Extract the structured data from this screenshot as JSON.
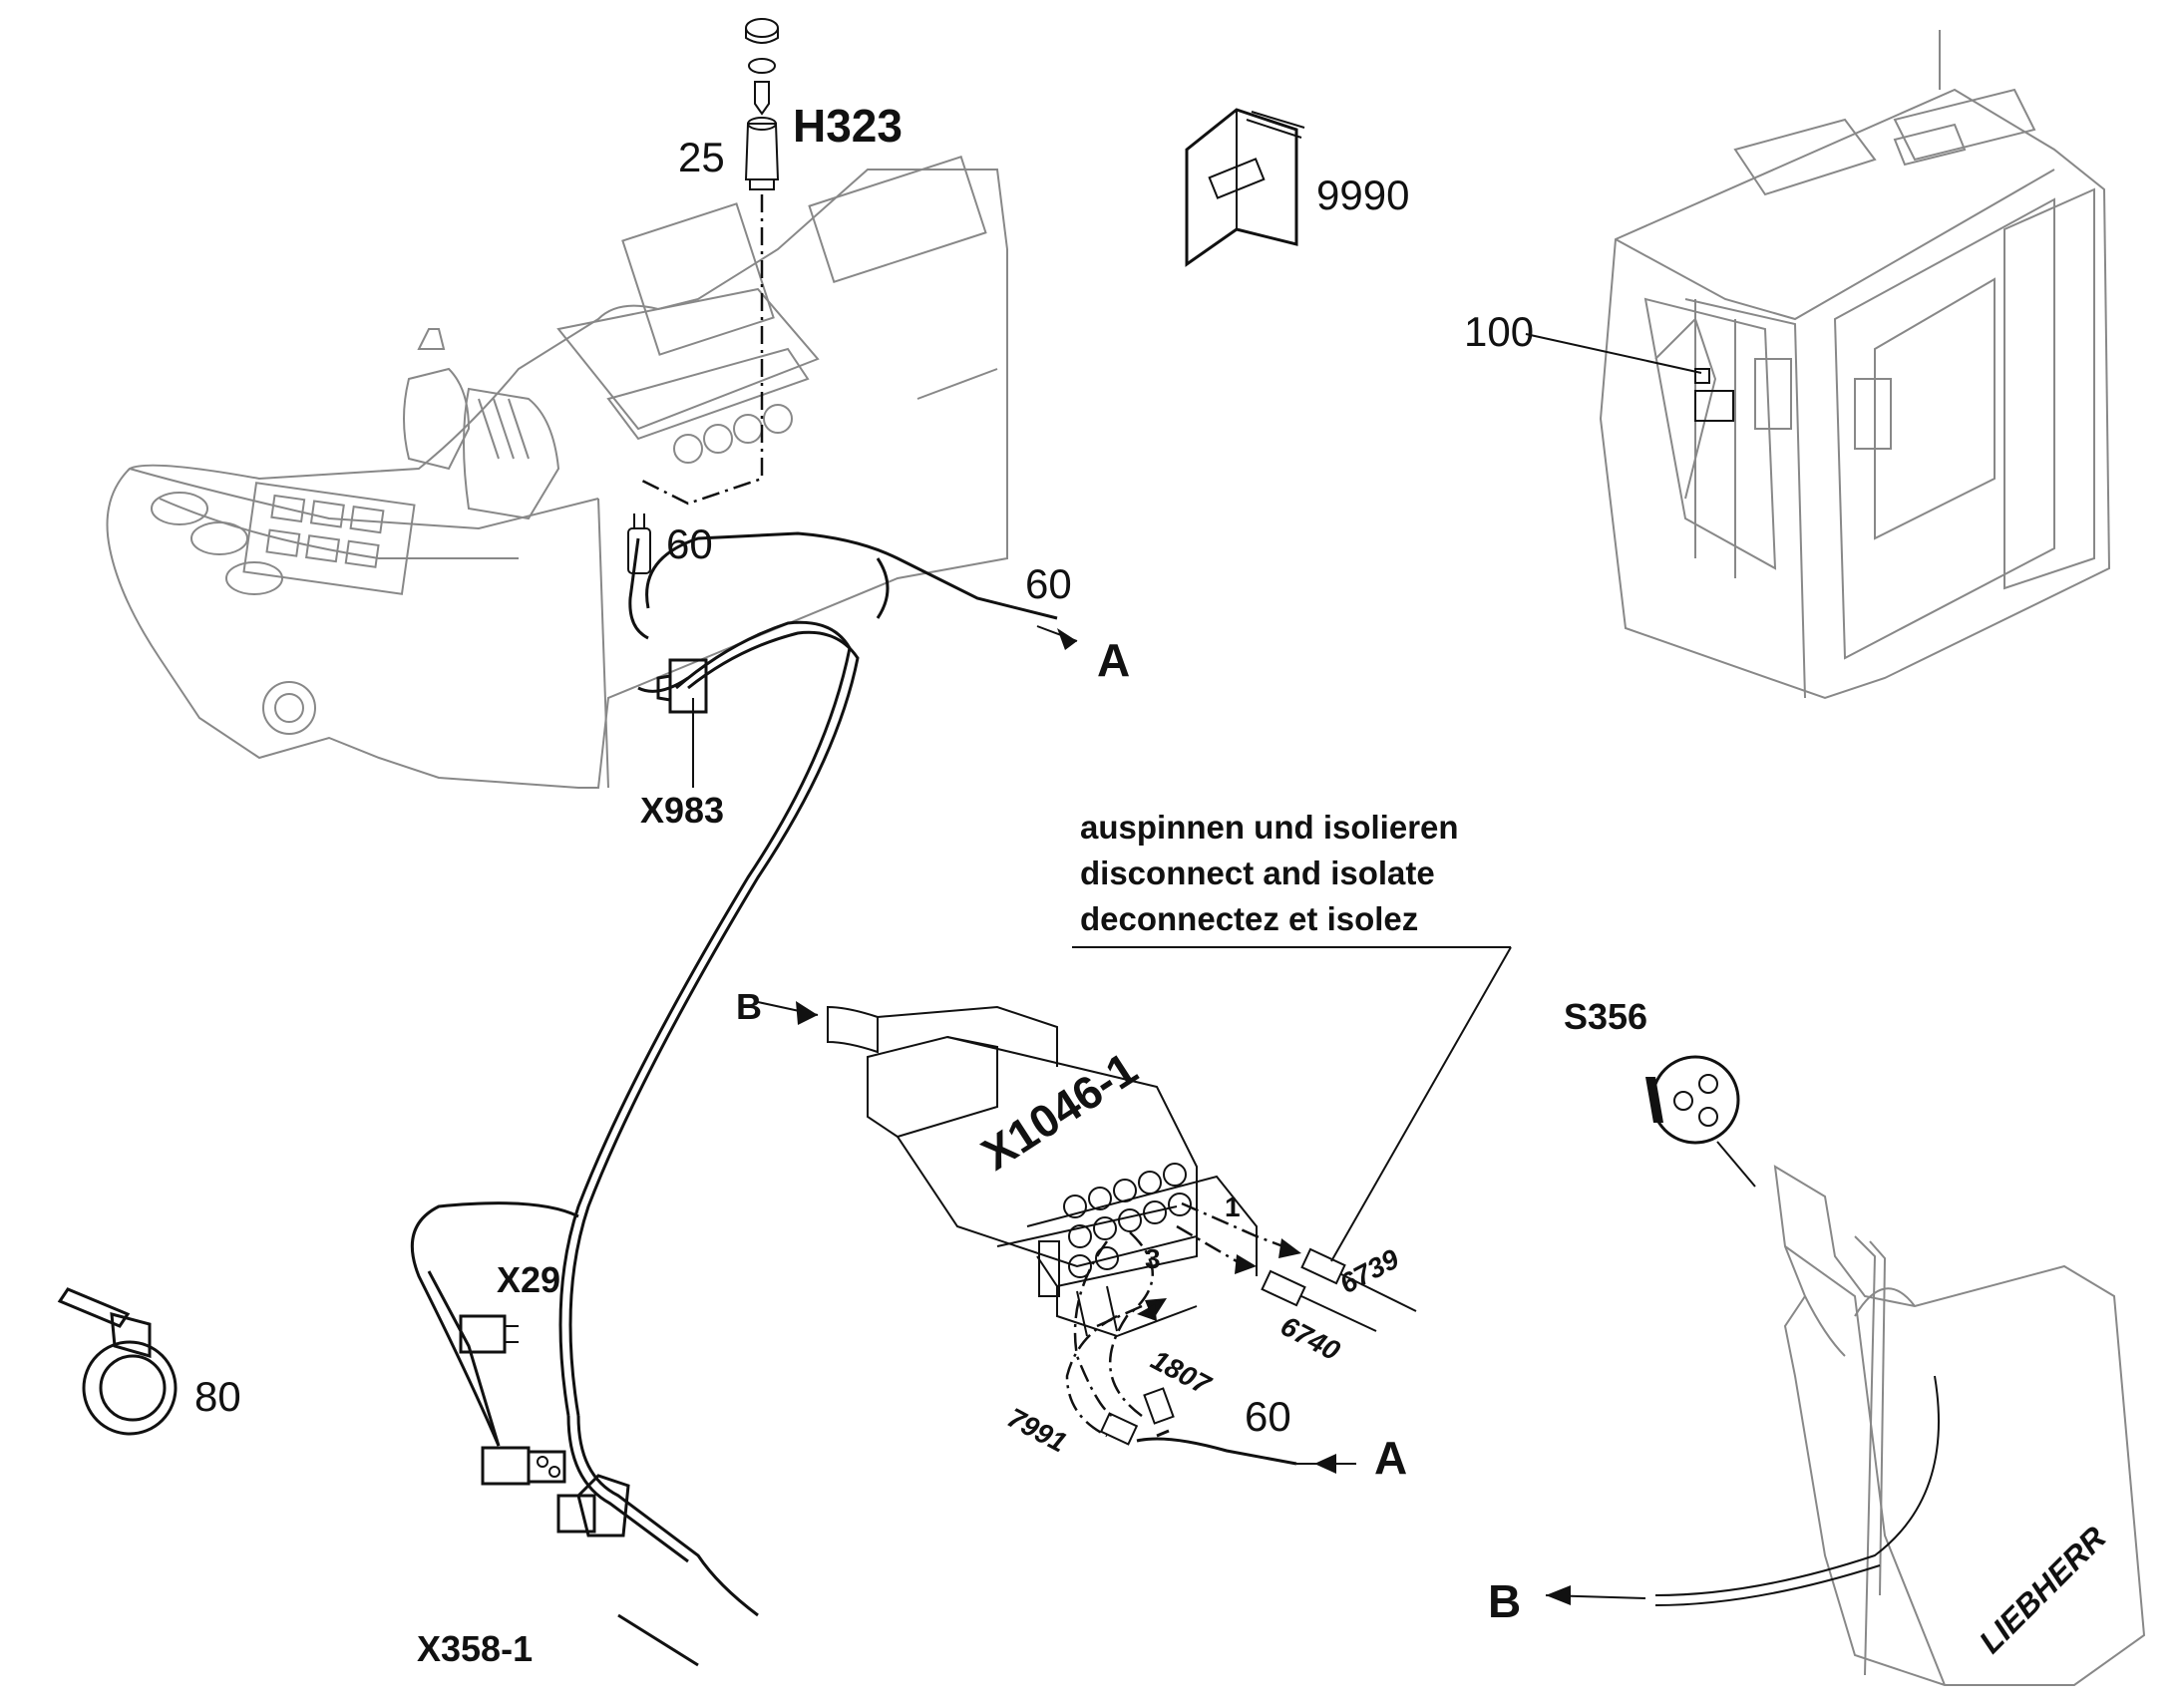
{
  "labels": {
    "h323": "H323",
    "pos25": "25",
    "pos60_top": "60",
    "pos60_right": "60",
    "arrow_a_top": "A",
    "x983": "X983",
    "pos9990": "9990",
    "pos100": "100",
    "x29": "X29",
    "pos80": "80",
    "x358": "X358-1",
    "arrow_b_left": "B",
    "x1046": "X1046-1",
    "pin1": "1",
    "pin3": "3",
    "w6739": "6739",
    "w6740": "6740",
    "w1807": "1807",
    "w7991": "7991",
    "pos60_bottom": "60",
    "arrow_a_bottom": "A",
    "s356": "S356",
    "arrow_b_right": "B",
    "brand": "LIEBHERR"
  },
  "note": {
    "line1": "auspinnen und isolieren",
    "line2": "disconnect and isolate",
    "line3": "deconnectez et isolez"
  }
}
